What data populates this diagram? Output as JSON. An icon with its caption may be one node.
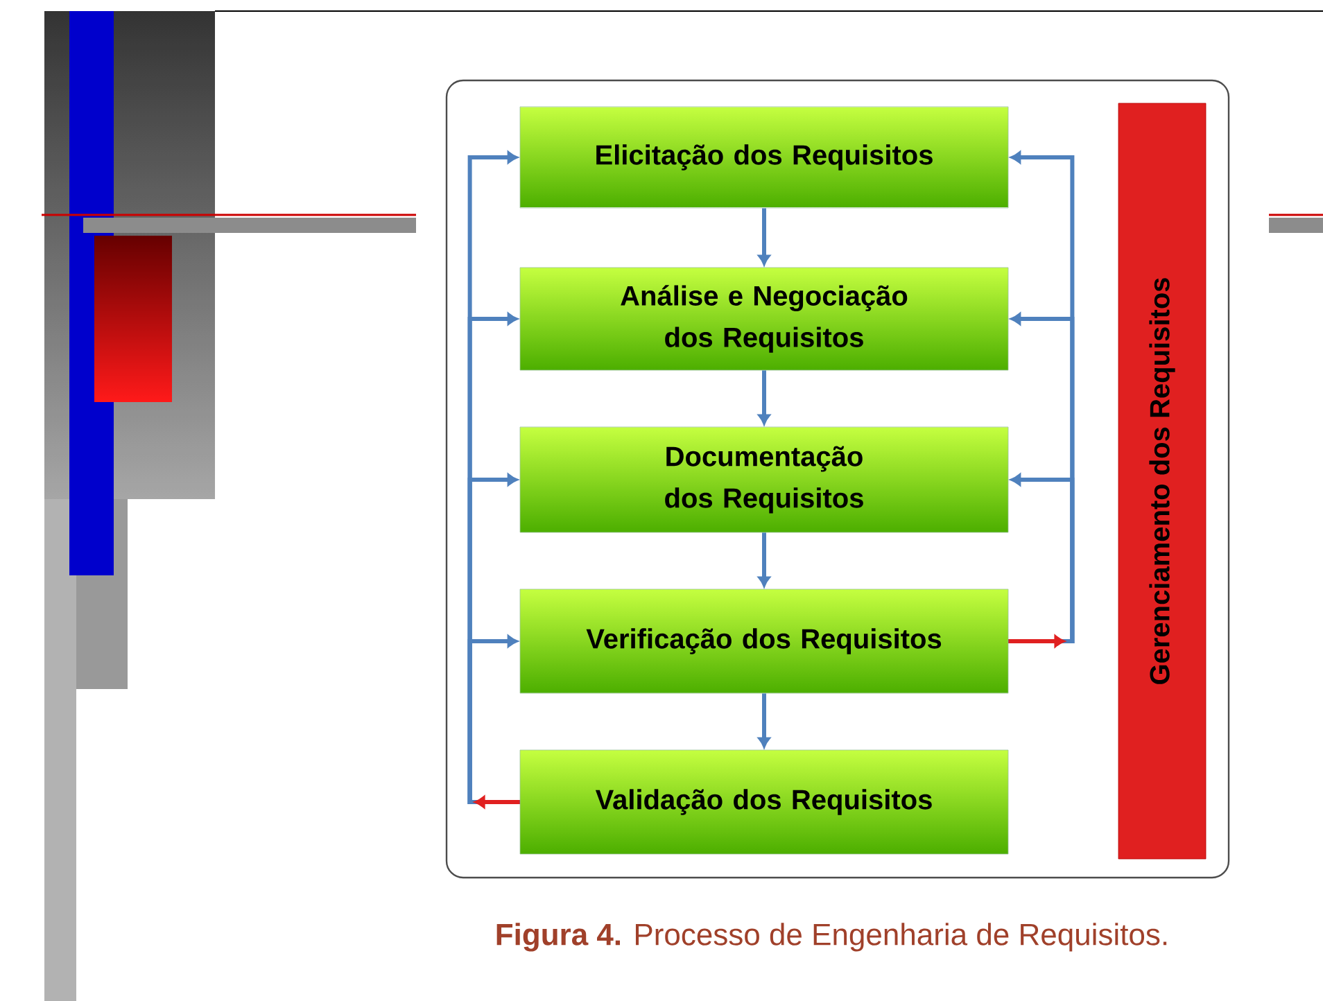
{
  "diagram": {
    "caption": "**Figura 4.** Processo de Engenharia de Requisitos.",
    "nodes": [
      {
        "text": [
          "Elicitação dos Requisitos"
        ]
      },
      {
        "text": [
          "Análise e Negociação dos Requisitos"
        ]
      },
      {
        "text": [
          "Documentação dos Requisitos"
        ]
      },
      {
        "text": [
          "Verificação dos Requisitos"
        ]
      },
      {
        "text": [
          "Validação dos Requisitos"
        ]
      },
      {
        "text": [
          "Gerenciamento dos Requisitos"
        ]
      }
    ],
    "edges": [
      {
        "from": 0,
        "to": 1,
        "arrow": "to"
      },
      {
        "from": 1,
        "to": 2,
        "arrow": "to"
      },
      {
        "from": 2,
        "to": 3,
        "arrow": "to"
      },
      {
        "from": 3,
        "to": 4,
        "arrow": "to"
      },
      {
        "from": 4,
        "to": 0,
        "arrow": "to"
      },
      {
        "from": 4,
        "to": 1,
        "arrow": "to"
      },
      {
        "from": 4,
        "to": 2,
        "arrow": "to"
      },
      {
        "from": 4,
        "to": 3,
        "arrow": "to"
      },
      {
        "from": 3,
        "to": 0,
        "arrow": "to"
      },
      {
        "from": 3,
        "to": 1,
        "arrow": "to"
      },
      {
        "from": 3,
        "to": 2,
        "arrow": "to"
      }
    ]
  }
}
